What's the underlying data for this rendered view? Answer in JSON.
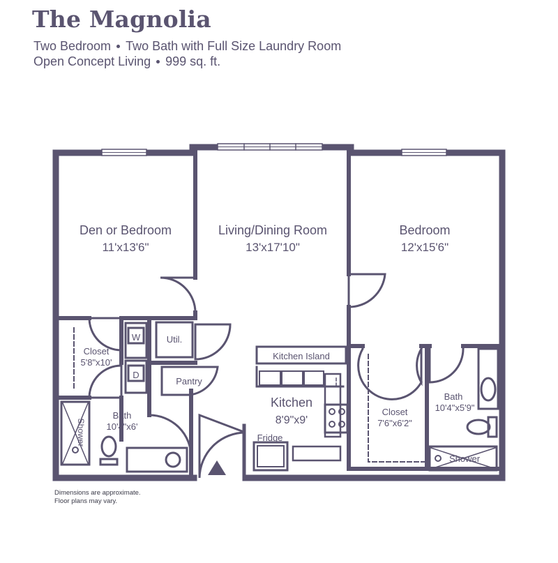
{
  "header": {
    "title": "The Magnolia",
    "line1_a": "Two Bedroom",
    "line1_b": "Two Bath with Full Size Laundry Room",
    "line2_a": "Open Concept Living",
    "line2_b": "999 sq. ft."
  },
  "rooms": {
    "den_name": "Den or Bedroom",
    "den_size": "11'x13'6\"",
    "living_name": "Living/Dining Room",
    "living_size": "13'x17'10\"",
    "bedroom_name": "Bedroom",
    "bedroom_size": "12'x15'6\"",
    "closet1_name": "Closet",
    "closet1_size": "5'8\"x10'",
    "washer": "W",
    "dryer": "D",
    "util": "Util.",
    "pantry": "Pantry",
    "bath1_name": "Bath",
    "bath1_size": "10'4\"x6'",
    "shower1": "Shower",
    "kitchen_island": "Kitchen Island",
    "kitchen_name": "Kitchen",
    "kitchen_size": "8'9\"x9'",
    "fridge": "Fridge",
    "closet2_name": "Closet",
    "closet2_size": "7'6\"x6'2\"",
    "bath2_name": "Bath",
    "bath2_size": "10'4\"x5'9\"",
    "shower2": "Shower"
  },
  "notes": {
    "line1": "Dimensions are approximate.",
    "line2": "Floor plans may vary."
  },
  "colors": {
    "wall": "#5a5470",
    "text": "#5a5470"
  }
}
